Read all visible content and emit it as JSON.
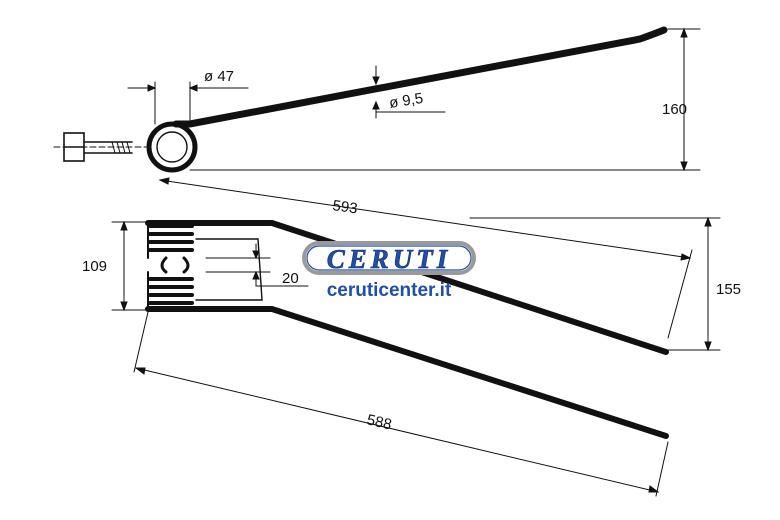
{
  "dimensions": {
    "hole_diameter": "ø 47",
    "wire_diameter": "ø 9,5",
    "top_height": "160",
    "top_length": "593",
    "fork_height": "155",
    "coil_height": "109",
    "spacing": "20",
    "bottom_length": "588"
  },
  "logo": {
    "brand": "CERUTI",
    "url": "ceruticenter.it"
  },
  "colors": {
    "ink": "#111111",
    "brand_blue": "#1f4fa8",
    "brand_outline": "#9a9a9a"
  }
}
